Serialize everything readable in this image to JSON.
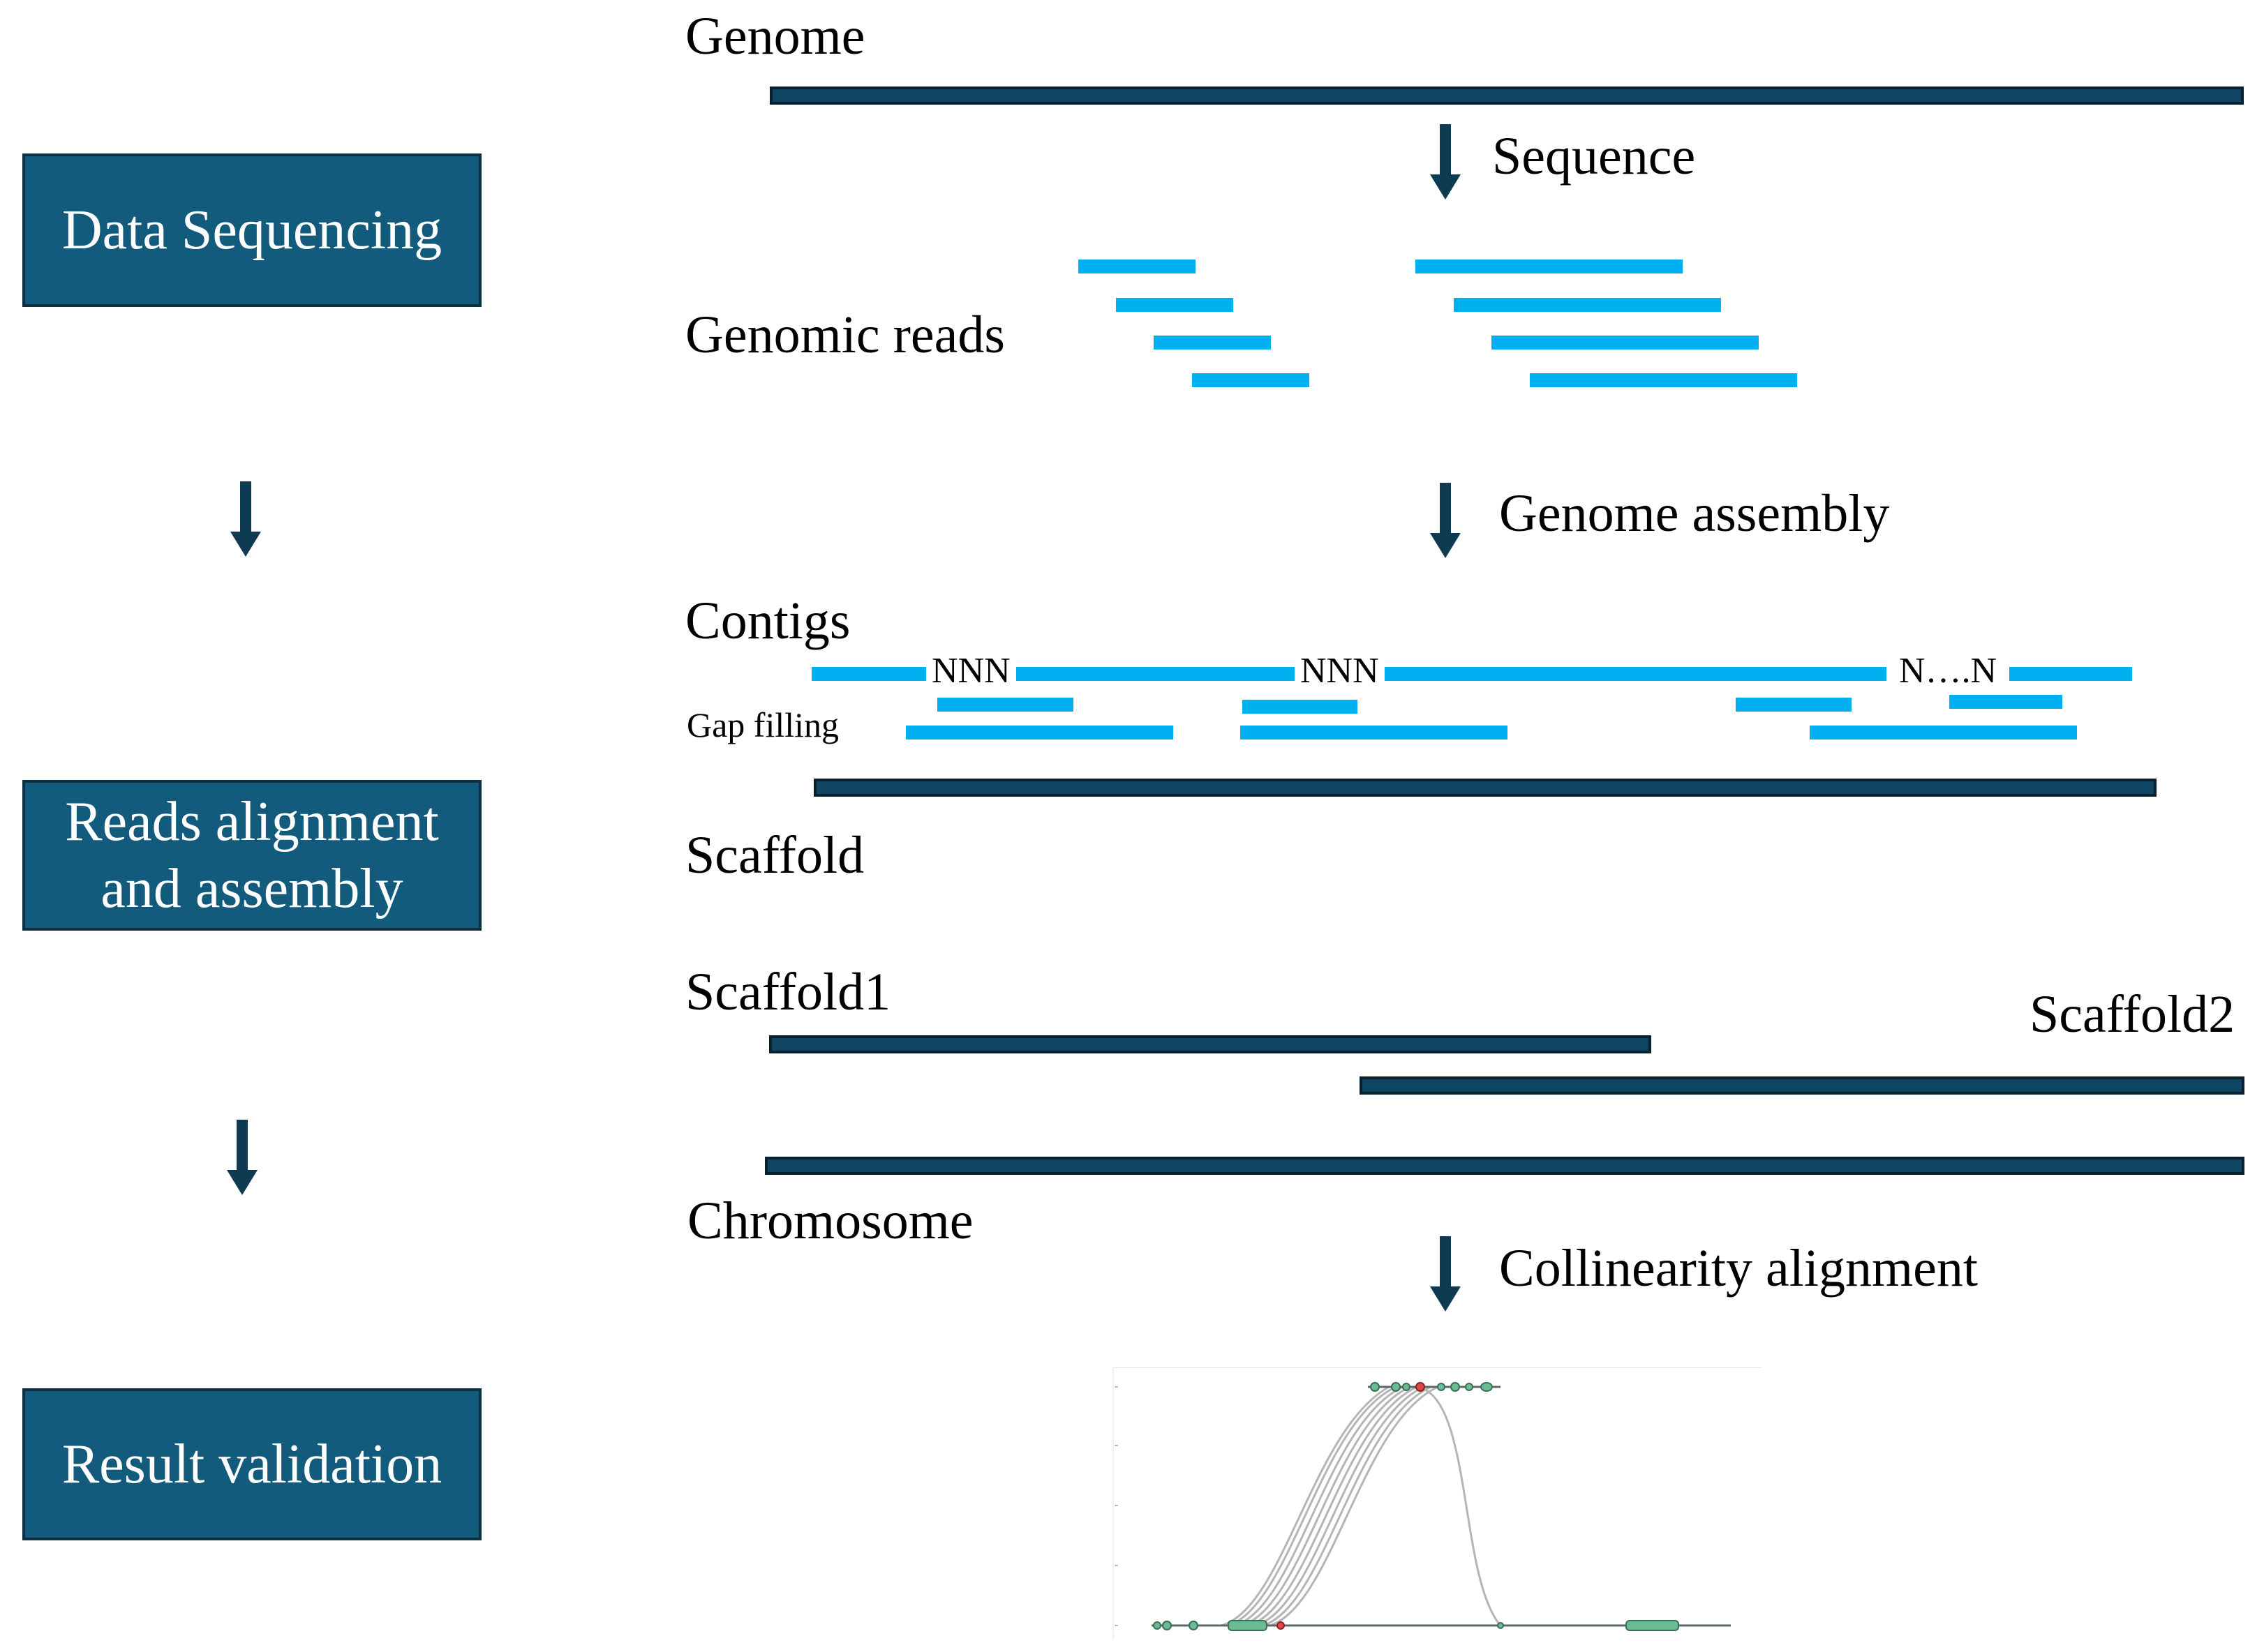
{
  "steps": {
    "data_sequencing": "Data Sequencing",
    "reads_alignment_line1": "Reads alignment",
    "reads_alignment_line2": "and assembly",
    "result_validation": "Result validation"
  },
  "labels": {
    "genome": "Genome",
    "sequence": "Sequence",
    "genomic_reads": "Genomic reads",
    "genome_assembly": "Genome assembly",
    "contigs": "Contigs",
    "gap_filling": "Gap filling",
    "scaffold": "Scaffold",
    "scaffold1": "Scaffold1",
    "scaffold2": "Scaffold2",
    "chromosome": "Chromosome",
    "collinearity_alignment": "Collinearity alignment"
  },
  "gaps": {
    "gap1": "NNN",
    "gap2": "NNN",
    "gap3": "N….N"
  },
  "colors": {
    "box_fill": "#135b7c",
    "dark_bar": "#0e4562",
    "read_bar": "#00b0f0",
    "arrow": "#0e3a52"
  }
}
